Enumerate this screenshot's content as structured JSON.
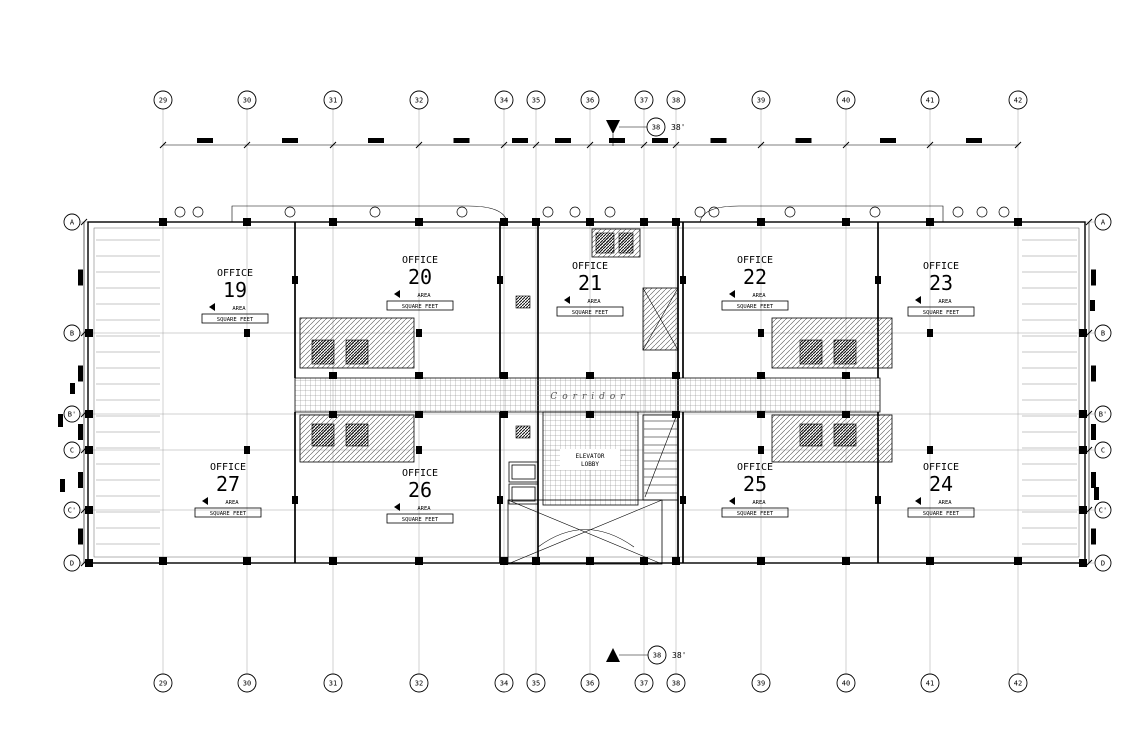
{
  "page": {
    "background": "#ffffff",
    "line_color": "#000000"
  },
  "grid": {
    "columns": [
      "29",
      "30",
      "31",
      "32",
      "34",
      "35",
      "36",
      "37",
      "38",
      "39",
      "40",
      "41",
      "42"
    ],
    "rows": [
      "A",
      "B",
      "B'",
      "C",
      "C'",
      "D"
    ]
  },
  "offices": [
    {
      "label": "OFFICE",
      "number": "19"
    },
    {
      "label": "OFFICE",
      "number": "20"
    },
    {
      "label": "OFFICE",
      "number": "21"
    },
    {
      "label": "OFFICE",
      "number": "22"
    },
    {
      "label": "OFFICE",
      "number": "23"
    },
    {
      "label": "OFFICE",
      "number": "24"
    },
    {
      "label": "OFFICE",
      "number": "25"
    },
    {
      "label": "OFFICE",
      "number": "26"
    },
    {
      "label": "OFFICE",
      "number": "27"
    }
  ],
  "area_note": {
    "line1": "AREA",
    "line2": "SQUARE FEET"
  },
  "corridor": {
    "label": "Corridor"
  },
  "elevator_lobby": {
    "line1": "ELEVATOR",
    "line2": "LOBBY"
  },
  "section_markers": {
    "top": {
      "bubble": "38",
      "label": "38'"
    },
    "bottom": {
      "bubble": "38",
      "label": "38'"
    }
  }
}
